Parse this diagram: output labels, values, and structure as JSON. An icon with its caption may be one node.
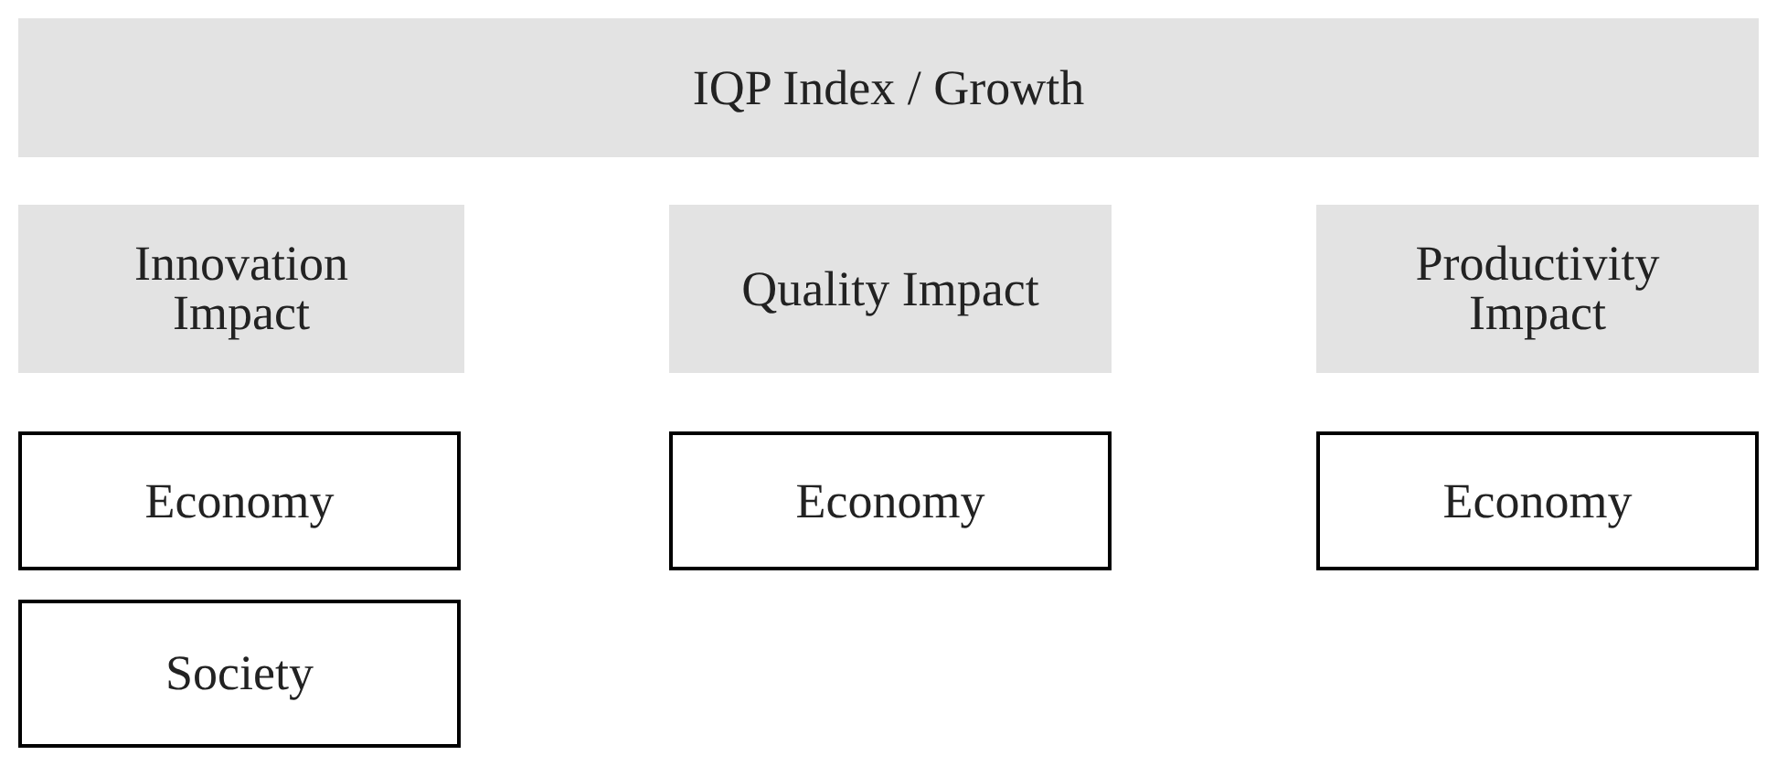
{
  "diagram": {
    "nodes": [
      {
        "text": [
          "IQP Index / Growth"
        ]
      },
      {
        "text": [
          "Innovation Impact"
        ]
      },
      {
        "text": [
          "Quality Impact"
        ]
      },
      {
        "text": [
          "Productivity Impact"
        ]
      },
      {
        "text": [
          "Economy"
        ]
      },
      {
        "text": [
          "Economy"
        ]
      },
      {
        "text": [
          "Economy"
        ]
      },
      {
        "text": [
          "Society"
        ]
      }
    ]
  }
}
